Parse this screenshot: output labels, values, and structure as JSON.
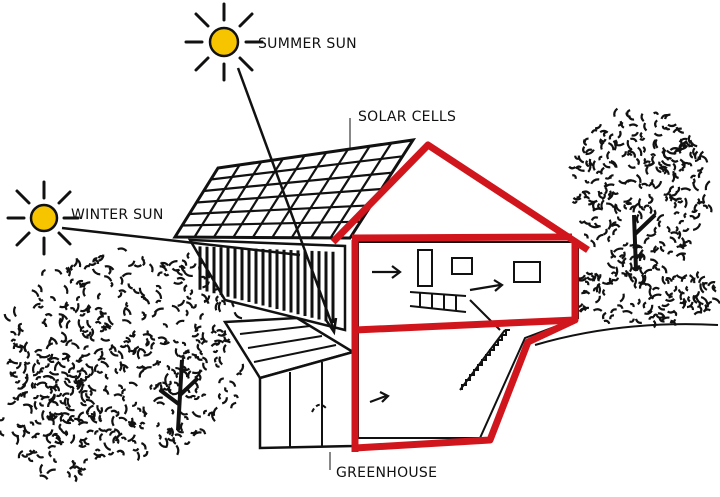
{
  "labels": {
    "summer_sun": "SUMMER SUN",
    "winter_sun": "WINTER SUN",
    "solar_cells": "SOLAR CELLS",
    "greenhouse": "GREENHOUSE"
  },
  "colors": {
    "frame": "#d0161c",
    "sun_fill": "#f7c400",
    "ink": "#111111"
  },
  "icons": [
    "sun-icon",
    "tree-icon",
    "arrow-icon"
  ]
}
